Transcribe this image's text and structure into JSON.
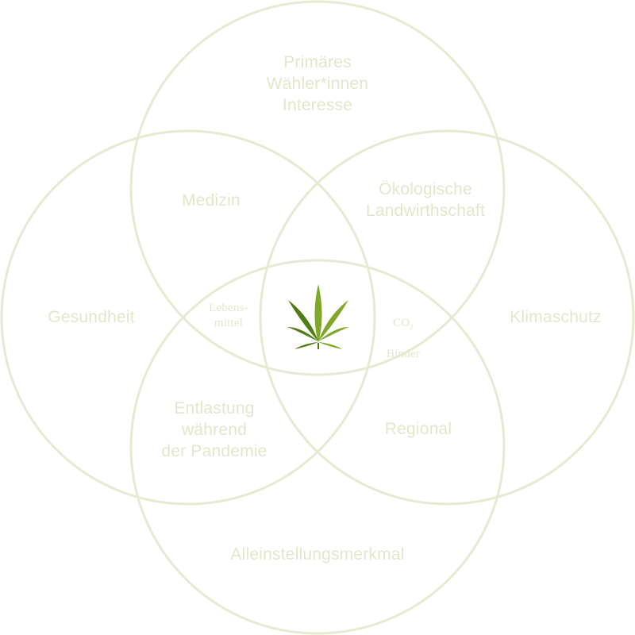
{
  "colors": {
    "ring_stroke": "#e7e9d1",
    "label_text": "#e4e6cc",
    "leaf_dark": "#4f7d12",
    "leaf_light": "#7fa828"
  },
  "center_icon": "cannabis-leaf-icon",
  "labels": {
    "top": "Primäres\nWähler*innen\nInteresse",
    "medizin": "Medizin",
    "oekologische": "Ökologische\nLandwirthschaft",
    "gesundheit": "Gesundheit",
    "klimaschutz": "Klimaschutz",
    "lebensmittel": "Lebens-\nmittel",
    "co2_main": "CO",
    "co2_sub": "2",
    "binder": "Binder",
    "entlastung": "Entlastung\nwährend\nder Pandemie",
    "regional": "Regional",
    "allein": "Alleinstellungsmerkmal"
  }
}
